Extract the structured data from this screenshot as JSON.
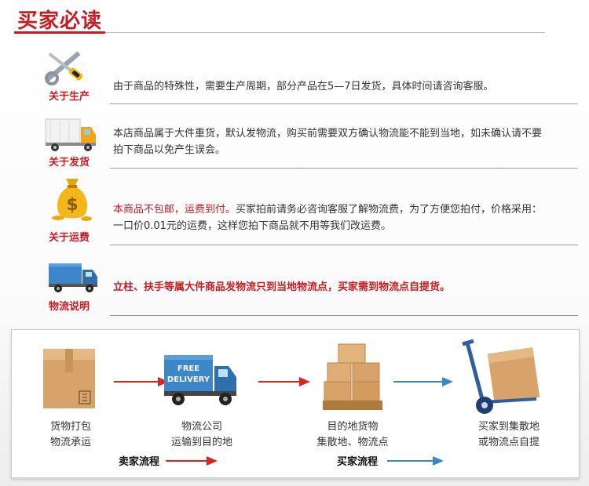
{
  "header": {
    "title": "买家必读"
  },
  "notices": [
    {
      "label": "关于生产",
      "icon": "wrench-screwdriver-icon",
      "text": "由于商品的特殊性，需要生产周期，部分产品在5—7日发货，具体时间请咨询客服。"
    },
    {
      "label": "关于发货",
      "icon": "truck-icon",
      "text": "本店商品属于大件重货，默认发物流，购买前需要双方确认物流能不能到当地，如未确认请不要拍下商品以免产生误会。"
    },
    {
      "label": "关于运费",
      "icon": "money-bag-icon",
      "highlight": "本商品不包邮，运费到付。",
      "text": "买家拍前请务必咨询客服了解物流费，为了方便您拍付，价格采用：一口价0.01元的运费，这样您拍下商品就不用等我们改运费。"
    },
    {
      "label": "物流说明",
      "icon": "blue-truck-icon",
      "highlight": "立柱、扶手等属大件商品发物流只到当地物流点，买家需到物流点自提货。"
    }
  ],
  "process": {
    "steps": [
      {
        "line1": "货物打包",
        "line2": "物流承运",
        "icon": "package-box-icon"
      },
      {
        "line1": "物流公司",
        "line2": "运输到目的地",
        "icon": "delivery-truck-icon",
        "truck_text": [
          "FREE",
          "DELIVERY"
        ]
      },
      {
        "line1": "目的地货物",
        "line2": "集散地、物流点",
        "icon": "stacked-boxes-icon"
      },
      {
        "line1": "买家到集散地",
        "line2": "或物流点自提",
        "icon": "hand-truck-icon"
      }
    ],
    "seller_flow": "卖家流程",
    "buyer_flow": "买家流程"
  },
  "colors": {
    "accent_red": "#c91c22",
    "arrow_red": "#d9261c",
    "arrow_blue": "#3a86c8",
    "text": "#333333"
  }
}
